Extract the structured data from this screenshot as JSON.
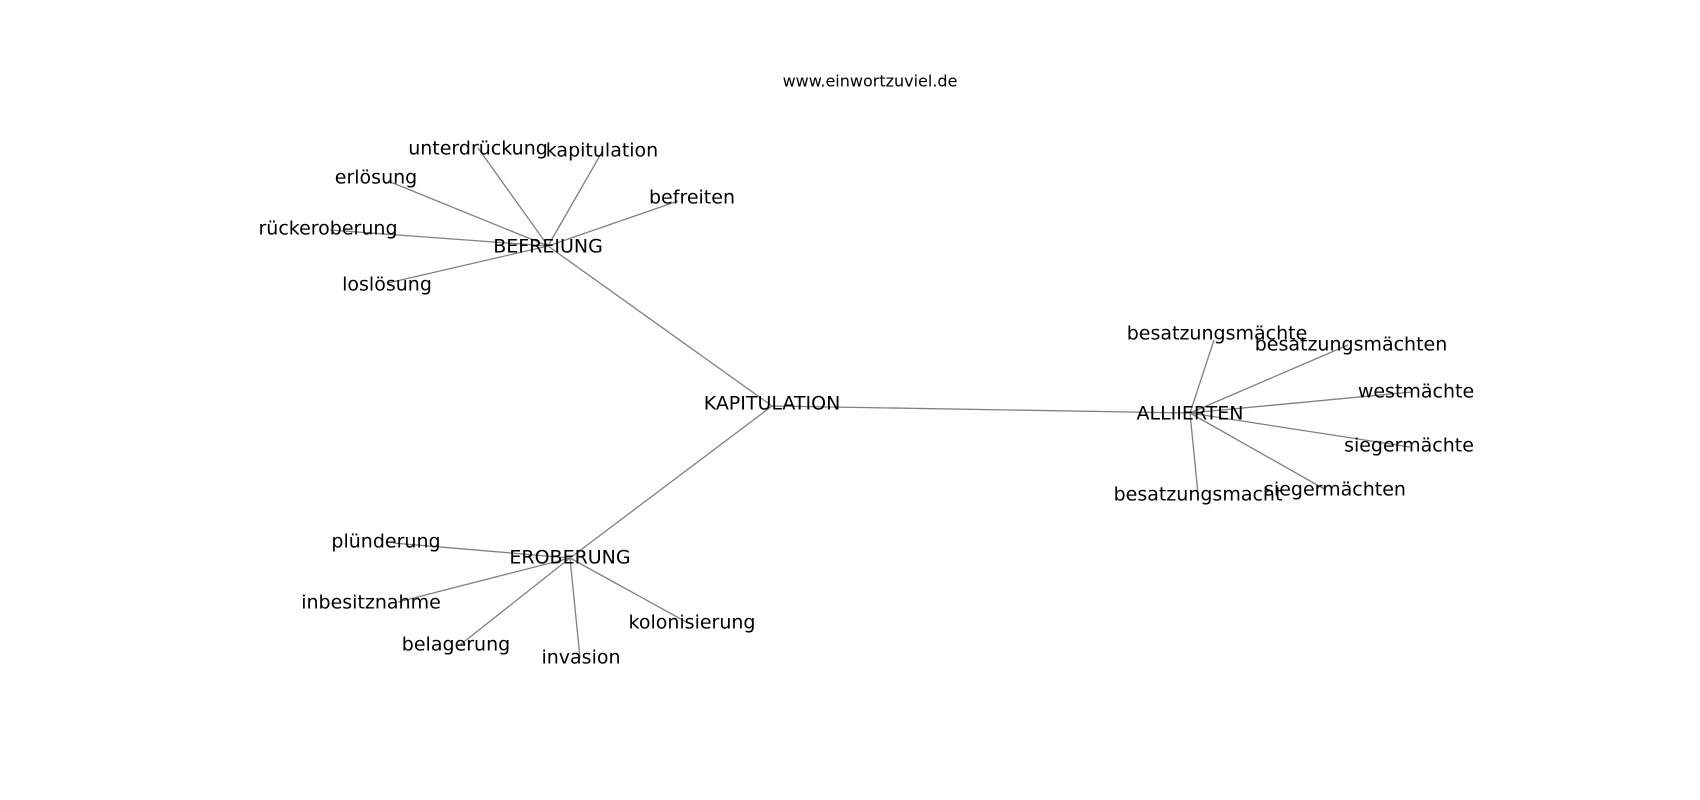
{
  "site": "www.einwortzuviel.de",
  "graph": {
    "center": "KAPITULATION",
    "clusters": [
      {
        "hub": "BEFREIUNG",
        "words": [
          "unterdrückung",
          "kapitulation",
          "erlösung",
          "befreiten",
          "rückeroberung",
          "loslösung"
        ]
      },
      {
        "hub": "ALLIIERTEN",
        "words": [
          "besatzungsmächte",
          "besatzungsmächten",
          "westmächte",
          "siegermächte",
          "besatzungsmacht",
          "siegermächten"
        ]
      },
      {
        "hub": "EROBERUNG",
        "words": [
          "plünderung",
          "inbesitznahme",
          "belagerung",
          "invasion",
          "kolonisierung"
        ]
      }
    ]
  },
  "colors": {
    "edge": "#808080",
    "text": "#000000",
    "background": "#ffffff"
  }
}
